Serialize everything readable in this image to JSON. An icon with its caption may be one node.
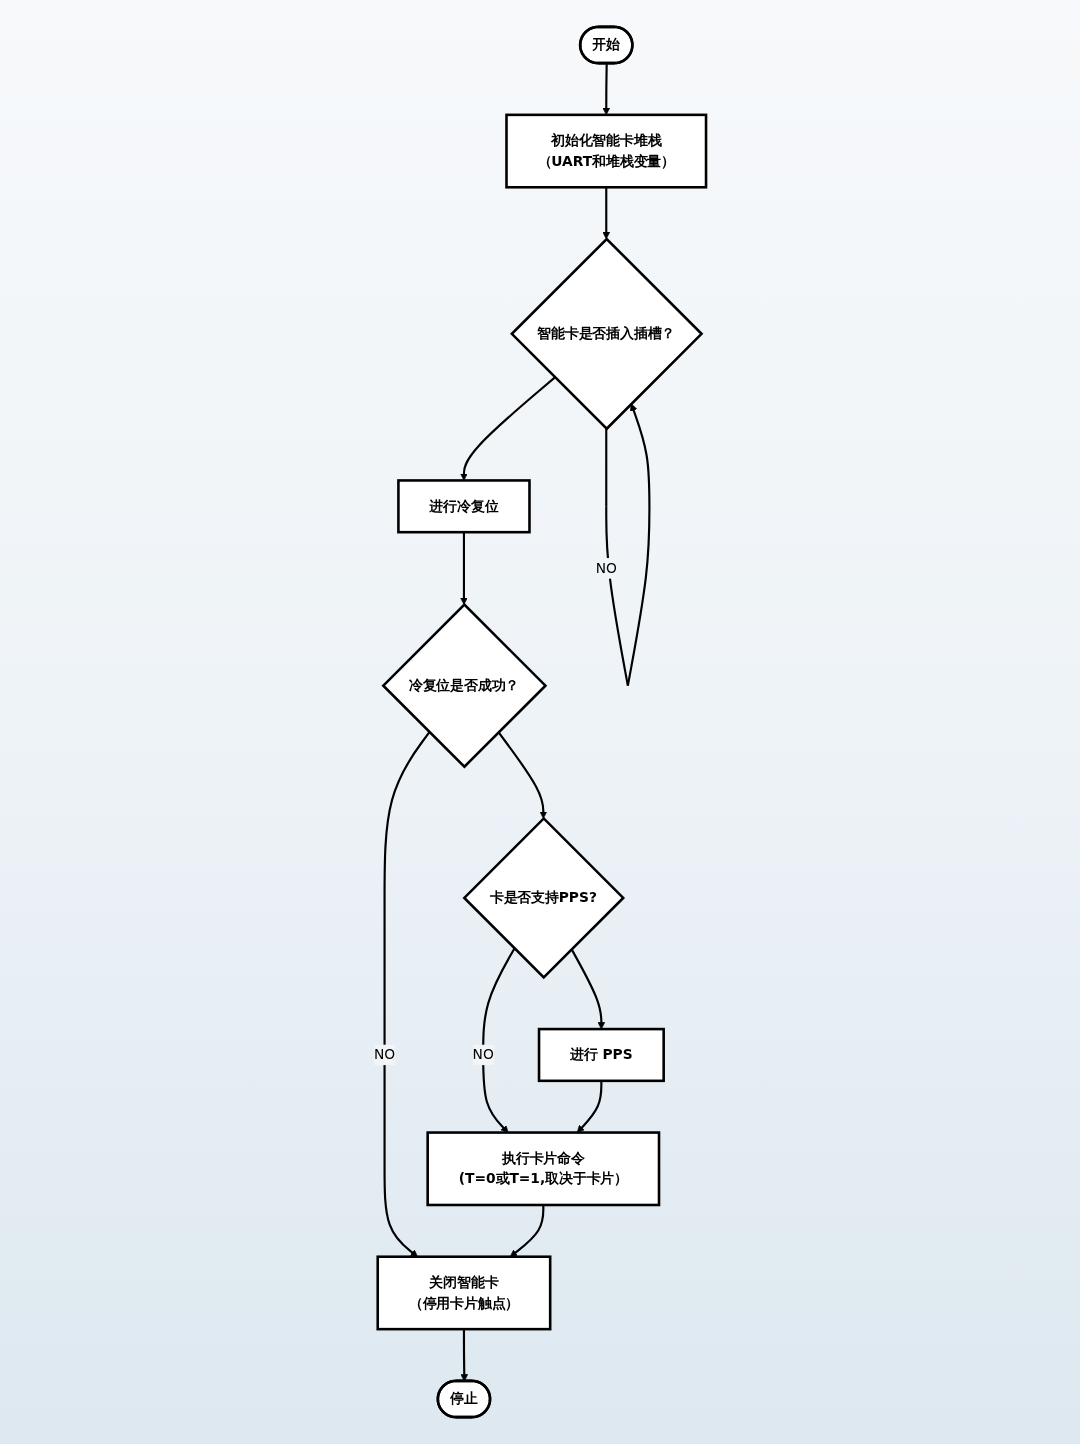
{
  "diagram": {
    "nodes": [
      {
        "text": [
          "开始"
        ]
      },
      {
        "text": [
          "初始化智能卡堆栈",
          "（UART和堆栈变量）"
        ]
      },
      {
        "text": [
          "智能卡是否插入插槽？"
        ]
      },
      {
        "text": [
          "进行冷复位"
        ]
      },
      {
        "text": [
          "冷复位是否成功？"
        ]
      },
      {
        "text": [
          "卡是否支持PPS?"
        ]
      },
      {
        "text": [
          "进行 PPS"
        ]
      },
      {
        "text": [
          "执行卡片命令",
          "(T=0或T=1,取决于卡片）"
        ]
      },
      {
        "text": [
          "关闭智能卡",
          "（停用卡片触点）"
        ]
      },
      {
        "text": [
          "停止"
        ]
      }
    ],
    "edges": [
      {
        "from": 0,
        "to": 1,
        "arrow": "to"
      },
      {
        "from": 1,
        "to": 2,
        "arrow": "to"
      },
      {
        "from": 2,
        "to": 2,
        "arrow": "to",
        "label": "NO"
      },
      {
        "from": 2,
        "to": 3,
        "arrow": "to"
      },
      {
        "from": 3,
        "to": 4,
        "arrow": "to"
      },
      {
        "from": 4,
        "to": 5,
        "arrow": "to"
      },
      {
        "from": 4,
        "to": 8,
        "arrow": "to",
        "label": "NO"
      },
      {
        "from": 5,
        "to": 6,
        "arrow": "to"
      },
      {
        "from": 5,
        "to": 7,
        "arrow": "to",
        "label": "NO"
      },
      {
        "from": 6,
        "to": 7,
        "arrow": "to"
      },
      {
        "from": 7,
        "to": 8,
        "arrow": "to"
      },
      {
        "from": 8,
        "to": 9,
        "arrow": "to"
      }
    ]
  }
}
